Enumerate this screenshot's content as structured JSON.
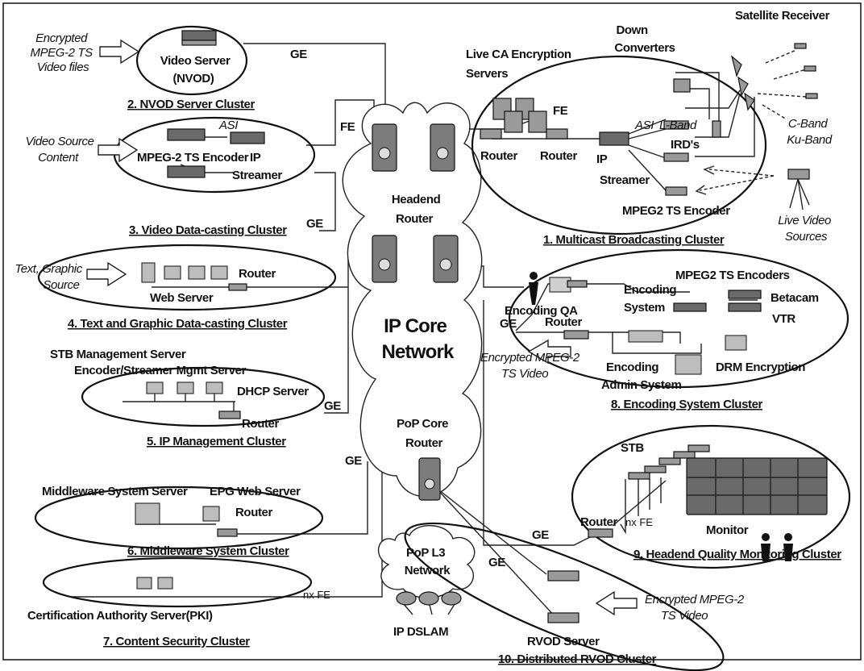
{
  "clusters": {
    "c1": "1. Multicast Broadcasting Cluster",
    "c2": "2. NVOD Server Cluster",
    "c3": "3. Video Data-casting Cluster",
    "c4": "4. Text and Graphic Data-casting Cluster",
    "c5": "5. IP Management Cluster",
    "c6": "6. Middleware System Cluster",
    "c7": "7. Content Security Cluster",
    "c8": "8. Encoding System Cluster",
    "c9": "9. Headend Quality Monitoring Cluster",
    "c10": "10. Distributed RVOD Cluster"
  },
  "core": {
    "headend_router": [
      "Headend",
      "Router"
    ],
    "ip_core": [
      "IP Core",
      "Network"
    ],
    "pop_core_router": [
      "PoP Core",
      "Router"
    ],
    "pop_l3": [
      "PoP L3",
      "Network"
    ],
    "ip_dslam": "IP DSLAM"
  },
  "links": {
    "ge": "GE",
    "fe": "FE",
    "asi": "ASI",
    "nxfe": "nx FE",
    "lband": "L-Band"
  },
  "nodes": {
    "video_server": [
      "Video Server",
      "(NVOD)"
    ],
    "mpeg2_ts_encoder": "MPEG-2 TS Encoder",
    "ip_streamer": [
      "IP",
      "Streamer"
    ],
    "router": "Router",
    "web_server": "Web Server",
    "stb_mgmt": "STB Management Server",
    "enc_streamer_mgmt": "Encoder/Streamer Mgmt Server",
    "dhcp": "DHCP Server",
    "middleware_server": "Middleware System Server",
    "epg_server": "EPG Web Server",
    "ca_server": "Certification Authority Server(PKI)",
    "live_ca": [
      "Live CA Encryption",
      "Servers"
    ],
    "down_converters": [
      "Down",
      "Converters"
    ],
    "satellite_receiver": "Satellite Receiver",
    "ird": "IRD's",
    "mpeg2_ts_encoder_1": "MPEG2 TS Encoder",
    "mpeg2_ts_encoders_8": "MPEG2 TS Encoders",
    "encoding_qa": "Encoding QA",
    "encoding_system": [
      "Encoding",
      "System"
    ],
    "betacam": "Betacam",
    "vtr": "VTR",
    "encoding_admin": [
      "Encoding",
      "Admin System"
    ],
    "drm": "DRM Encryption",
    "stb": "STB",
    "monitor": "Monitor",
    "rvod_server": "RVOD Server"
  },
  "inputs": {
    "encrypted_files": [
      "Encrypted",
      "MPEG-2 TS",
      "Video files"
    ],
    "video_source": [
      "Video Source",
      "Content"
    ],
    "text_graphic": [
      "Text, Graphic",
      "Source"
    ],
    "cband": [
      "C-Band",
      "Ku-Band"
    ],
    "live_video": [
      "Live Video",
      "Sources"
    ],
    "encrypted_out_8": [
      "Encrypted MPEG-2",
      "TS Video"
    ],
    "encrypted_in_10": [
      "Encrypted MPEG-2",
      "TS Video"
    ]
  }
}
